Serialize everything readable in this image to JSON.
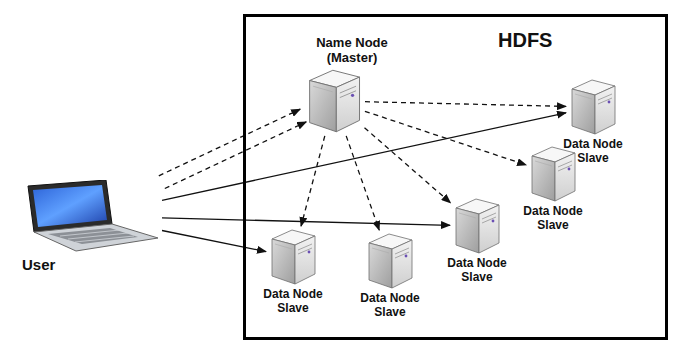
{
  "diagram": {
    "nodes": [
      {
        "text": [
          "User"
        ]
      },
      {
        "text": [
          "HDFS"
        ]
      },
      {
        "text": [
          "Name Node (Master)"
        ],
        "in": 1
      },
      {
        "text": [
          "Data Node Slave"
        ],
        "in": 1
      },
      {
        "text": [
          "Data Node Slave"
        ],
        "in": 1
      },
      {
        "text": [
          "Data Node Slave"
        ],
        "in": 1
      },
      {
        "text": [
          "Data Node Slave"
        ],
        "in": 1
      },
      {
        "text": [
          "Data Node Slave"
        ],
        "in": 1
      }
    ],
    "edges": [
      {
        "from": 0,
        "to": 2,
        "arrow": "to"
      },
      {
        "from": 0,
        "to": 2,
        "arrow": "to"
      },
      {
        "from": 2,
        "to": 3,
        "arrow": "to"
      },
      {
        "from": 2,
        "to": 4,
        "arrow": "to"
      },
      {
        "from": 2,
        "to": 5,
        "arrow": "to"
      },
      {
        "from": 2,
        "to": 6,
        "arrow": "to"
      },
      {
        "from": 2,
        "to": 7,
        "arrow": "to"
      },
      {
        "from": 0,
        "to": 3,
        "arrow": "to"
      },
      {
        "from": 0,
        "to": 5,
        "arrow": "to"
      },
      {
        "from": 0,
        "to": 7,
        "arrow": "to"
      }
    ]
  }
}
